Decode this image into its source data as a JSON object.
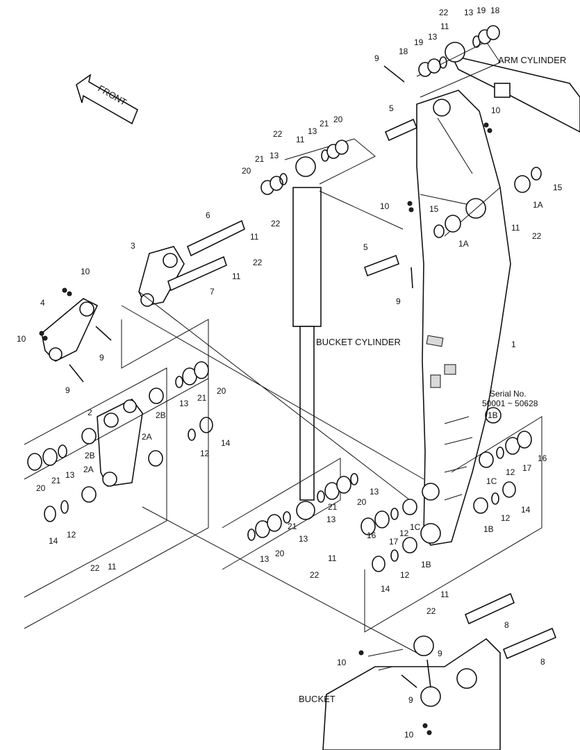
{
  "diagram": {
    "texts": {
      "front": "FRONT",
      "arm_cylinder": "ARM CYLINDER",
      "bucket_cylinder": "BUCKET CYLINDER",
      "bucket": "BUCKET",
      "serial_label": "Serial No.",
      "serial_range": "50001 ~ 50628",
      "callout_1B": "1B"
    },
    "part_numbers": [
      "1",
      "1A",
      "1B",
      "1C",
      "2",
      "2A",
      "2B",
      "3",
      "4",
      "5",
      "6",
      "7",
      "8",
      "9",
      "10",
      "11",
      "12",
      "13",
      "14",
      "15",
      "16",
      "17",
      "18",
      "19",
      "20",
      "21",
      "22"
    ]
  }
}
